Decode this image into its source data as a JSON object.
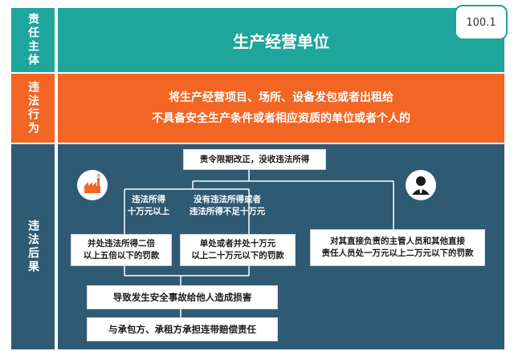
{
  "badge": "100.1",
  "rows": {
    "subject": {
      "label": "责任主体",
      "text": "生产经营单位"
    },
    "violation": {
      "label": "违法行为",
      "line1": "将生产经营项目、场所、设备发包或者出租给",
      "line2": "不具备安全生产条件或者相应资质的单位或者个人的"
    },
    "consequence": {
      "label": "违法后果"
    }
  },
  "flow": {
    "top": "责令限期改正，没收违法所得",
    "cond_high_1": "违法所得",
    "cond_high_2": "十万元以上",
    "cond_low_1": "没有违法所得或者",
    "cond_low_2": "违法所得不足十万元",
    "fine_high_1": "并处违法所得二倍",
    "fine_high_2": "以上五倍以下的罚款",
    "fine_low_1": "单处或者并处十万元",
    "fine_low_2": "以上二十万元以下的罚款",
    "person_1": "对其直接负责的主管人员和其他直接",
    "person_2": "责任人员处一万元以上二万元以下的罚款",
    "accident": "导致发生安全事故给他人造成损害",
    "joint": "与承包方、承租方承担连带赔偿责任"
  },
  "icons": [
    "factory-icon",
    "person-icon"
  ],
  "colors": {
    "teal": "#1ea59c",
    "orange": "#f26522",
    "navy": "#2f5a73"
  }
}
